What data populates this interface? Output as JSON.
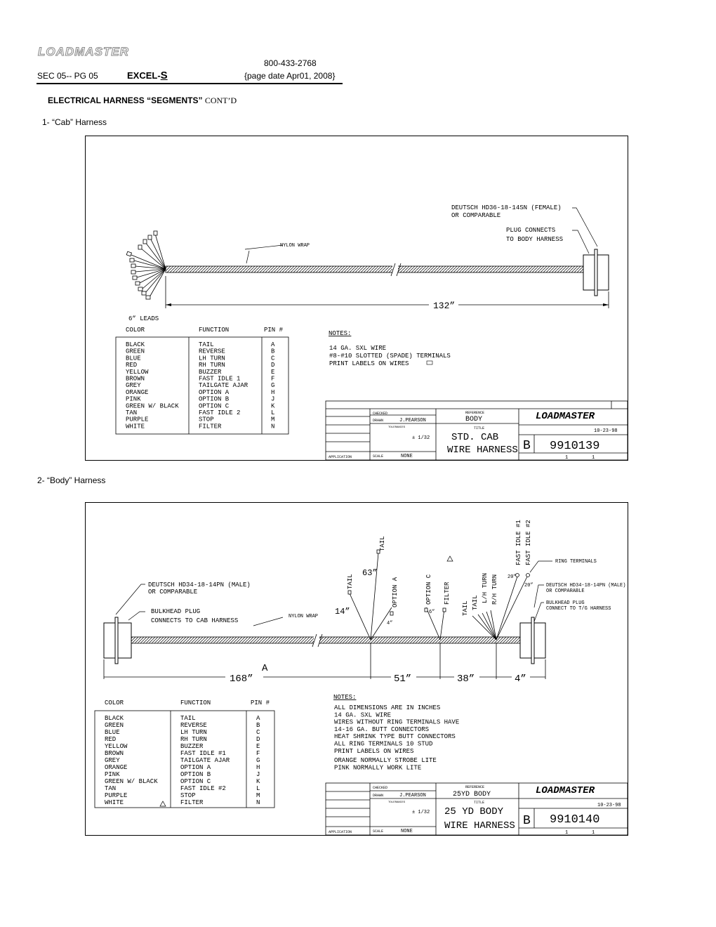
{
  "header": {
    "logo": "LOADMASTER",
    "phone": "800-433-2768",
    "section_page": "SEC 05-- PG 05",
    "model_prefix": "EXCEL-",
    "model_suffix": "S",
    "page_date": "{page date Apr01, 2008}"
  },
  "title": {
    "main": "ELECTRICAL HARNESS “SEGMENTS”",
    "cont": "CONT’D"
  },
  "diagram1": {
    "caption": "1- “Cab” Harness",
    "connector_label_1": "DEUTSCH HD36-18-14SN (FEMALE)",
    "connector_label_2": "OR COMPARABLE",
    "plug_label_1": "PLUG CONNECTS",
    "plug_label_2": "TO BODY HARNESS",
    "nylon_wrap": "NYLON WRAP",
    "length": "132”",
    "leads": "6” LEADS",
    "col_color": "COLOR",
    "col_function": "FUNCTION",
    "col_pin": "PIN #",
    "rows": [
      {
        "color": "BLACK",
        "function": "TAIL",
        "pin": "A"
      },
      {
        "color": "GREEN",
        "function": "REVERSE",
        "pin": "B"
      },
      {
        "color": "BLUE",
        "function": "LH TURN",
        "pin": "C"
      },
      {
        "color": "RED",
        "function": "RH TURN",
        "pin": "D"
      },
      {
        "color": "YELLOW",
        "function": "BUZZER",
        "pin": "E"
      },
      {
        "color": "BROWN",
        "function": "FAST IDLE 1",
        "pin": "F"
      },
      {
        "color": "GREY",
        "function": "TAILGATE AJAR",
        "pin": "G"
      },
      {
        "color": "ORANGE",
        "function": "OPTION  A",
        "pin": "H"
      },
      {
        "color": "PINK",
        "function": "OPTION  B",
        "pin": "J"
      },
      {
        "color": "GREEN W/ BLACK",
        "function": "OPTION  C",
        "pin": "K"
      },
      {
        "color": "TAN",
        "function": "FAST IDLE 2",
        "pin": "L"
      },
      {
        "color": "PURPLE",
        "function": "STOP",
        "pin": "M"
      },
      {
        "color": "WHITE",
        "function": "FILTER",
        "pin": "N"
      }
    ],
    "notes_title": "NOTES:",
    "notes": [
      "14 GA. SXL WIRE",
      "#8-#10 SLOTTED (SPADE) TERMINALS",
      "PRINT LABELS ON WIRES"
    ],
    "tb_checked": "CHECKED",
    "tb_drawn": "DRAWN",
    "tb_name": "J.PEARSON",
    "tb_tolerances": "TOLERANCES",
    "tb_scale_lbl": "SCALE",
    "tb_scale": "NONE",
    "tb_application": "APPLICATION",
    "tb_angle": "± 1/32",
    "tb_reference_lbl": "REFERENCE",
    "tb_reference": "BODY",
    "tb_title_lbl": "TITLE",
    "tb_title_1": "STD. CAB",
    "tb_title_2": "WIRE HARNESS",
    "tb_logo": "LOADMASTER",
    "tb_date": "10-23-98",
    "tb_size": "B",
    "tb_number": "9910139",
    "tb_sheet": "1",
    "tb_of": "1"
  },
  "diagram2": {
    "caption": "2- “Body” Harness",
    "connector_label_1": "DEUTSCH HD34-18-14PN (MALE)",
    "connector_label_2": "OR COMPARABLE",
    "bulkhead_1": "BULKHEAD PLUG",
    "bulkhead_2": "CONNECTS TO CAB HARNESS",
    "nylon_wrap": "NYLON WRAP",
    "ring_terminals": "RING TERMINALS",
    "right_conn_1": "DEUTSCH HD34-18-14PN (MALE)",
    "right_conn_2": "OR COMPARABLE",
    "right_bulk_1": "BULKHEAD PLUG",
    "right_bulk_2": "CONNECT TO T/G HARNESS",
    "dim_168": "168”",
    "dim_a": "A",
    "dim_51": "51”",
    "dim_38": "38”",
    "dim_4": "4”",
    "lead_63": "63”",
    "lead_14": "14”",
    "lead_20a": "20”",
    "lead_20b": "20”",
    "lead_4": "4”",
    "lead_6": "6”",
    "lbl_tail_top": "TAIL",
    "lbl_tail": "TAIL",
    "lbl_option_a": "OPTION A",
    "lbl_option_c": "OPTION C",
    "lbl_filter": "FILTER",
    "lbl_tail2": "TAIL",
    "lbl_tail3": "TAIL",
    "lbl_lh": "L/H TURN",
    "lbl_rh": "R/H TURN",
    "lbl_fi1": "FAST IDLE #1",
    "lbl_fi2": "FAST IDLE #2",
    "col_color": "COLOR",
    "col_function": "FUNCTION",
    "col_pin": "PIN #",
    "rows": [
      {
        "color": "BLACK",
        "function": "TAIL",
        "pin": "A"
      },
      {
        "color": "GREEN",
        "function": "REVERSE",
        "pin": "B"
      },
      {
        "color": "BLUE",
        "function": "LH TURN",
        "pin": "C"
      },
      {
        "color": "RED",
        "function": "RH TURN",
        "pin": "D"
      },
      {
        "color": "YELLOW",
        "function": "BUZZER",
        "pin": "E"
      },
      {
        "color": "BROWN",
        "function": "FAST IDLE #1",
        "pin": "F"
      },
      {
        "color": "GREY",
        "function": "TAILGATE AJAR",
        "pin": "G"
      },
      {
        "color": "ORANGE",
        "function": "OPTION  A",
        "pin": "H"
      },
      {
        "color": "PINK",
        "function": "OPTION  B",
        "pin": "J"
      },
      {
        "color": "GREEN W/ BLACK",
        "function": "OPTION  C",
        "pin": "K"
      },
      {
        "color": "TAN",
        "function": "FAST IDLE #2",
        "pin": "L"
      },
      {
        "color": "PURPLE",
        "function": "STOP",
        "pin": "M"
      },
      {
        "color": "WHITE",
        "function": "FILTER",
        "pin": "N"
      }
    ],
    "notes_title": "NOTES:",
    "notes": [
      "ALL DIMENSIONS ARE IN INCHES",
      "14 GA. SXL WIRE",
      "WIRES WITHOUT RING TERMINALS HAVE",
      "   14-16 GA. BUTT CONNECTORS",
      "HEAT SHRINK TYPE BUTT CONNECTORS",
      "ALL RING TERMINALS 10 STUD",
      "PRINT LABELS ON WIRES",
      "ORANGE NORMALLY STROBE LITE",
      "PINK NORMALLY WORK LITE"
    ],
    "tb_checked": "CHECKED",
    "tb_drawn": "DRAWN",
    "tb_name": "J.PEARSON",
    "tb_tolerances": "TOLERANCES",
    "tb_scale_lbl": "SCALE",
    "tb_scale": "NONE",
    "tb_application": "APPLICATION",
    "tb_angle": "± 1/32",
    "tb_reference_lbl": "REFERENCE",
    "tb_reference": "25YD BODY",
    "tb_title_lbl": "TITLE",
    "tb_title_1": "25 YD BODY",
    "tb_title_2": "WIRE HARNESS",
    "tb_logo": "LOADMASTER",
    "tb_date": "10-23-98",
    "tb_size": "B",
    "tb_number": "9910140",
    "tb_sheet": "1",
    "tb_of": "1"
  }
}
